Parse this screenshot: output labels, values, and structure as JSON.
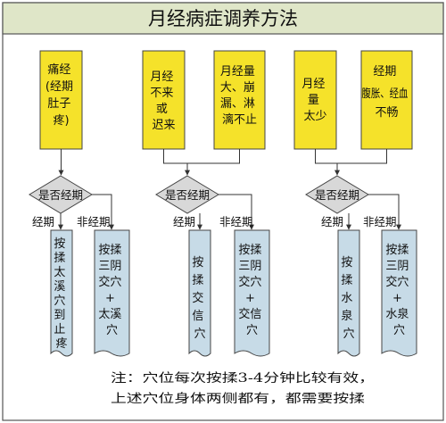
{
  "title": "月经病症调养方法",
  "decision_label": "是否经期",
  "branch_labels": {
    "yes": "经期",
    "no": "非经期"
  },
  "columns": [
    {
      "conditions": [
        {
          "lines": [
            "痛经",
            "(经期",
            "肚子",
            "疼)"
          ]
        }
      ],
      "yes_box": {
        "lines": [
          "按",
          "揉",
          "太",
          "溪",
          "穴",
          "到",
          "止",
          "疼"
        ]
      },
      "no_box": {
        "lines": [
          "按揉",
          "三阴",
          "交穴",
          "+",
          "太溪",
          "穴"
        ]
      }
    },
    {
      "conditions": [
        {
          "lines": [
            "月经",
            "不来",
            "或",
            "迟来"
          ]
        },
        {
          "lines": [
            "月经量",
            "大、崩",
            "漏、淋",
            "漓不止"
          ]
        }
      ],
      "yes_box": {
        "lines": [
          "按",
          "揉",
          "交",
          "信",
          "穴"
        ]
      },
      "no_box": {
        "lines": [
          "按揉",
          "三阴",
          "交穴",
          "+",
          "交信",
          "穴"
        ]
      }
    },
    {
      "conditions": [
        {
          "lines": [
            "月经",
            "量",
            "太少"
          ]
        },
        {
          "lines": [
            "经期",
            "腹胀、经血",
            "不畅"
          ]
        }
      ],
      "yes_box": {
        "lines": [
          "按",
          "揉",
          "水",
          "泉",
          "穴"
        ]
      },
      "no_box": {
        "lines": [
          "按揉",
          "三阴",
          "交穴",
          "+",
          "水泉",
          "穴"
        ]
      }
    }
  ],
  "note": [
    "注：穴位每次按揉3-4分钟比较有效，",
    "上述穴位身体两侧都有，都需要按揉"
  ],
  "colors": {
    "header_bg": "#dfe6c8",
    "yellow_box": "#f5e22a",
    "decision_fill": "#d8d8d8",
    "result_box": "#c7dbe7",
    "border": "#555555"
  }
}
